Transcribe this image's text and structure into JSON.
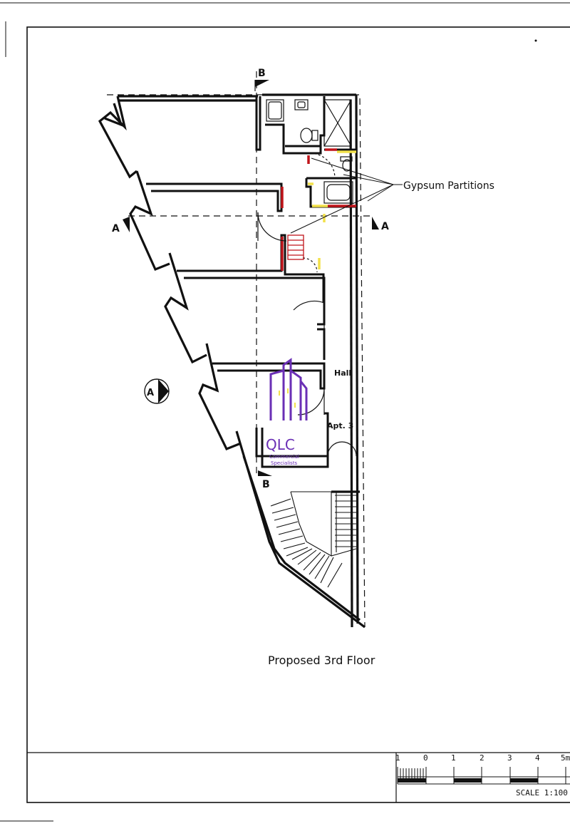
{
  "plan": {
    "title": "Proposed 3rd Floor",
    "callout": "Gypsum Partitions",
    "room_labels": {
      "hall": "Hall",
      "apartment": "Apt. 3"
    },
    "section_markers": {
      "a": "A",
      "b": "B"
    },
    "north_marker": "A"
  },
  "logo": {
    "name": "QLC",
    "tagline_line1": "Commercial",
    "tagline_line2": "Specialists",
    "color": "#6a2fb5"
  },
  "scale_bar": {
    "ticks": [
      "1",
      "0",
      "1",
      "2",
      "3",
      "4",
      "5m"
    ],
    "scale_text": "SCALE 1:100"
  },
  "colors": {
    "partition_red": "#c0141a",
    "partition_yellow": "#f2e14a",
    "ink": "#111111"
  }
}
